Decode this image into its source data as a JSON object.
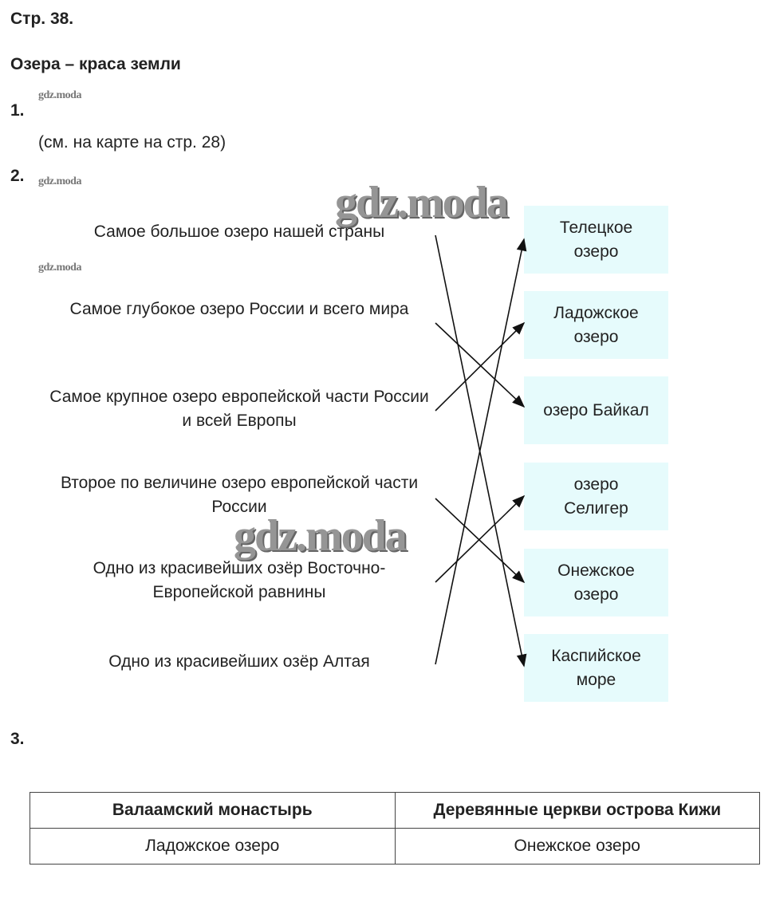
{
  "page_label": "Стр. 38.",
  "topic_title": "Озера – краса земли",
  "task1": {
    "number": "1.",
    "text": "(см. на карте на стр. 28)"
  },
  "task2": {
    "number": "2.",
    "descriptions": [
      "Самое большое озеро нашей страны",
      "Самое глубокое озеро России и всего мира",
      "Самое крупное озеро европейской части России и всей Европы",
      "Второе по величине озеро европейской части России",
      "Одно из красивейших озёр Восточно-Европейской равнины",
      "Одно из красивейших озёр Алтая"
    ],
    "lakes": [
      "Телецкое озеро",
      "Ладожское озеро",
      "озеро Байкал",
      "озеро Селигер",
      "Онежское озеро",
      "Каспийское море"
    ],
    "matches": [
      [
        0,
        5
      ],
      [
        1,
        2
      ],
      [
        2,
        1
      ],
      [
        3,
        4
      ],
      [
        4,
        3
      ],
      [
        5,
        0
      ]
    ]
  },
  "task3": {
    "number": "3.",
    "headers": [
      "Валаамский монастырь",
      "Деревянные церкви острова Кижи"
    ],
    "row": [
      "Ладожское озеро",
      "Онежское озеро"
    ]
  },
  "watermark": "gdz.moda"
}
